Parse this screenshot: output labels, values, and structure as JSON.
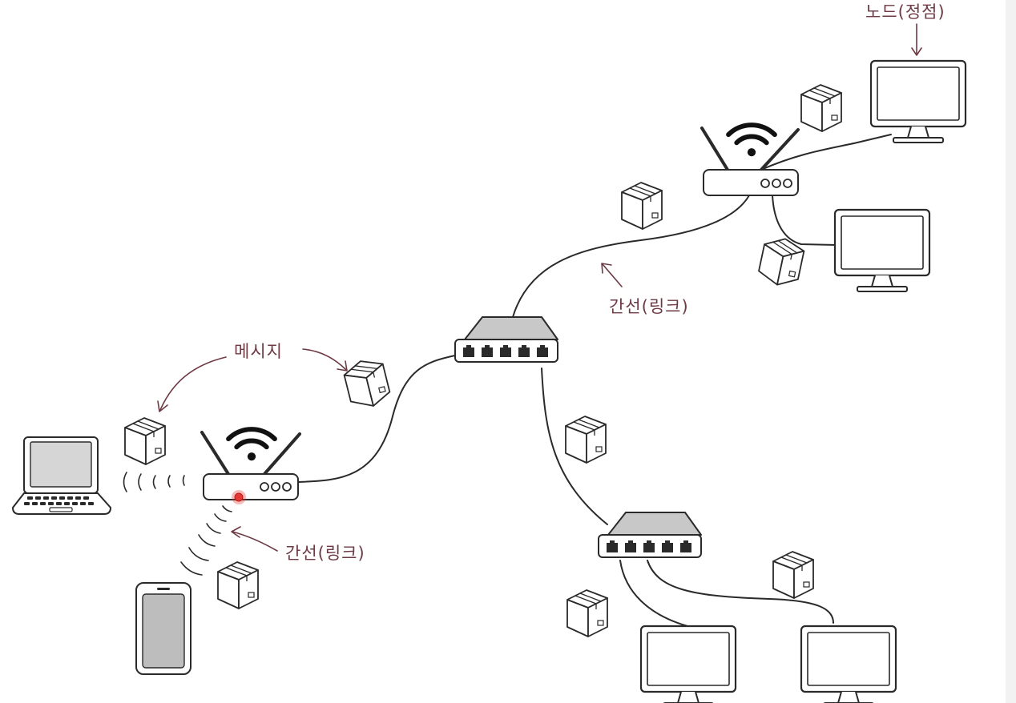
{
  "diagram": {
    "labels": {
      "node": "노드(정점)",
      "edge_top": "간선(링크)",
      "message": "메시지",
      "edge_bottom": "간선(링크)"
    },
    "colors": {
      "label_text": "#6e3a44",
      "ink": "#2a2a2a",
      "screen_fill": "#d6d6d6",
      "phone_screen": "#bdbdbd",
      "switch_fill": "#c8c8c8",
      "power_led": "#e53935",
      "background": "#ffffff"
    },
    "icons": [
      "monitor-icon",
      "wifi-router-icon",
      "network-switch-icon",
      "laptop-icon",
      "smartphone-icon",
      "package-box-icon",
      "wifi-signal-icon"
    ]
  }
}
